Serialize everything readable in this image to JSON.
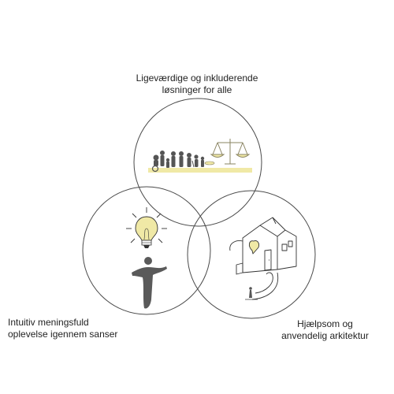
{
  "circles": [
    {
      "id": "top",
      "label_lines": [
        "Ligeværdige og inkluderende",
        "løsninger for alle"
      ],
      "icon": "people-and-scales-icon"
    },
    {
      "id": "left",
      "label_lines": [
        "Intuitiv meningsfuld",
        "oplevelse igennem sanser"
      ],
      "icon": "lightbulb-person-icon"
    },
    {
      "id": "right",
      "label_lines": [
        "Hjælpsom og",
        "anvendelig arkitektur"
      ],
      "icon": "house-sketch-icon"
    }
  ],
  "colors": {
    "circle_stroke": "#4a4a4a",
    "accent_yellow": "#f0e9a6",
    "figure_gray": "#555555",
    "sketch_line": "#333333"
  }
}
